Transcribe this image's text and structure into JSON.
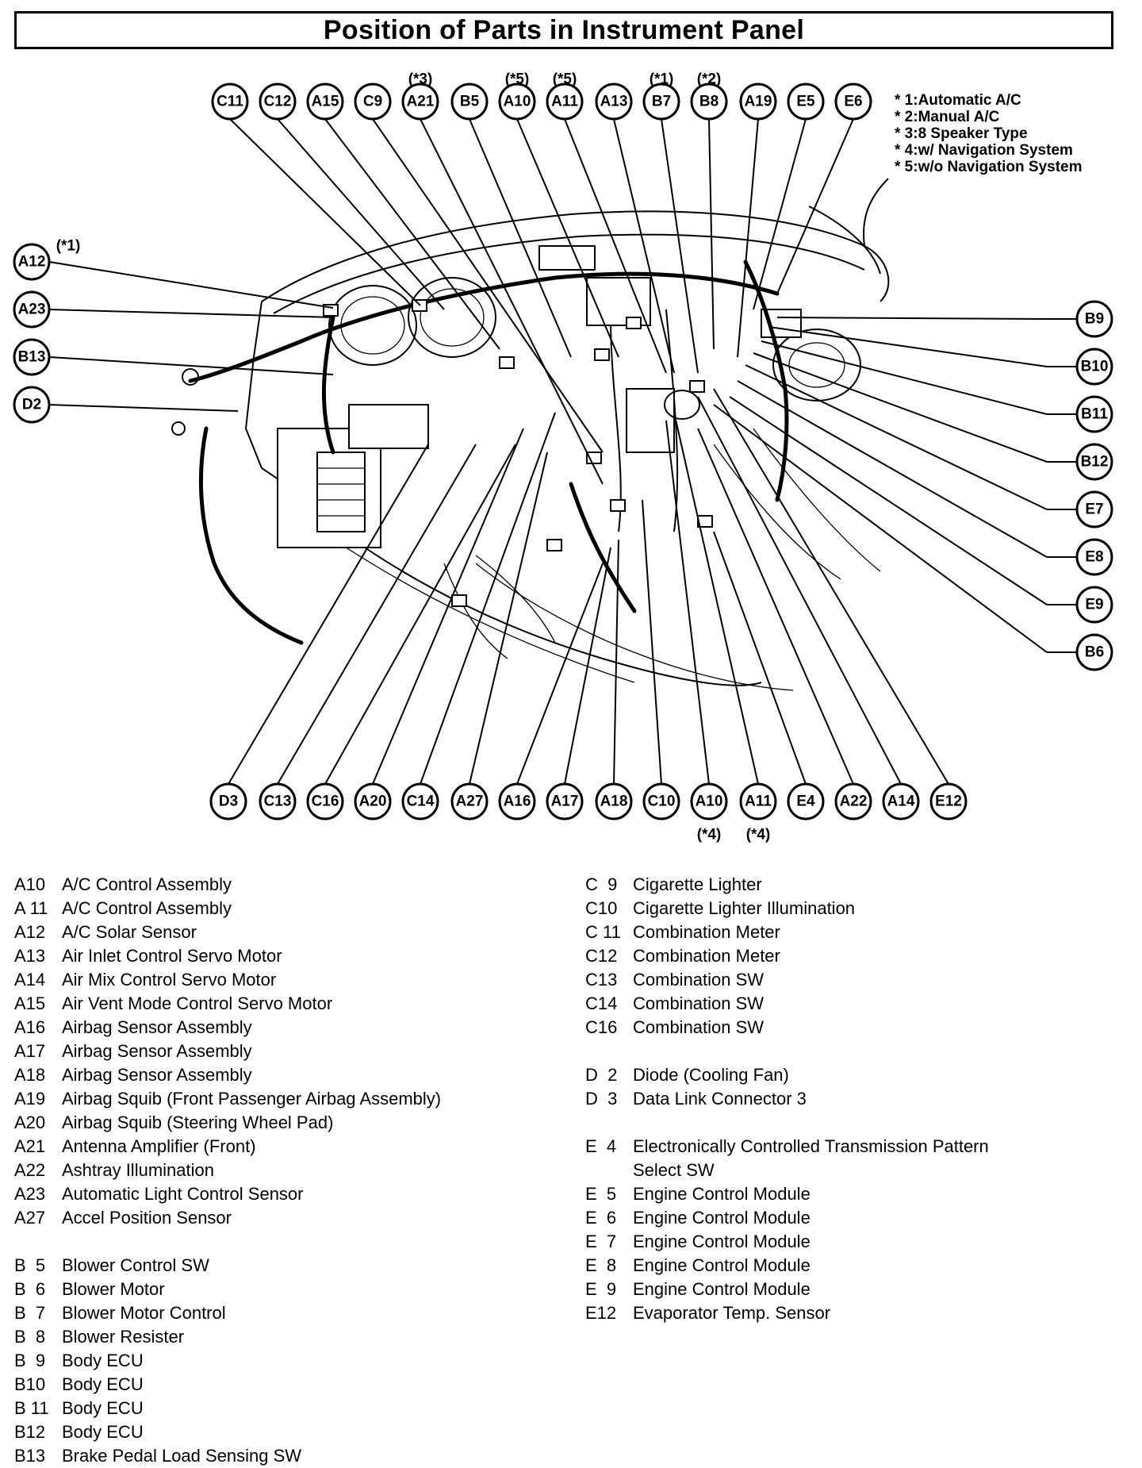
{
  "title": "Position of Parts in Instrument Panel",
  "legend_notes": [
    "* 1:Automatic A/C",
    "* 2:Manual A/C",
    "* 3:8 Speaker Type",
    "* 4:w/ Navigation System",
    "* 5:w/o Navigation System"
  ],
  "top_callouts": [
    {
      "label": "C11",
      "note": ""
    },
    {
      "label": "C12",
      "note": ""
    },
    {
      "label": "A15",
      "note": ""
    },
    {
      "label": "C9",
      "note": ""
    },
    {
      "label": "A21",
      "note": "(*3)"
    },
    {
      "label": "B5",
      "note": ""
    },
    {
      "label": "A10",
      "note": "(*5)"
    },
    {
      "label": "A11",
      "note": "(*5)"
    },
    {
      "label": "A13",
      "note": ""
    },
    {
      "label": "B7",
      "note": "(*1)"
    },
    {
      "label": "B8",
      "note": "(*2)"
    },
    {
      "label": "A19",
      "note": ""
    },
    {
      "label": "E5",
      "note": ""
    },
    {
      "label": "E6",
      "note": ""
    }
  ],
  "left_callouts": [
    {
      "label": "A12",
      "note": "(*1)"
    },
    {
      "label": "A23",
      "note": ""
    },
    {
      "label": "B13",
      "note": ""
    },
    {
      "label": "D2",
      "note": ""
    }
  ],
  "right_callouts": [
    {
      "label": "B9"
    },
    {
      "label": "B10"
    },
    {
      "label": "B11"
    },
    {
      "label": "B12"
    },
    {
      "label": "E7"
    },
    {
      "label": "E8"
    },
    {
      "label": "E9"
    },
    {
      "label": "B6"
    }
  ],
  "bottom_callouts": [
    {
      "label": "D3",
      "note": ""
    },
    {
      "label": "C13",
      "note": ""
    },
    {
      "label": "C16",
      "note": ""
    },
    {
      "label": "A20",
      "note": ""
    },
    {
      "label": "C14",
      "note": ""
    },
    {
      "label": "A27",
      "note": ""
    },
    {
      "label": "A16",
      "note": ""
    },
    {
      "label": "A17",
      "note": ""
    },
    {
      "label": "A18",
      "note": ""
    },
    {
      "label": "C10",
      "note": ""
    },
    {
      "label": "A10",
      "note": "(*4)"
    },
    {
      "label": "A11",
      "note": "(*4)"
    },
    {
      "label": "E4",
      "note": ""
    },
    {
      "label": "A22",
      "note": ""
    },
    {
      "label": "A14",
      "note": ""
    },
    {
      "label": "E12",
      "note": ""
    }
  ],
  "parts_left": [
    {
      "code": "A10",
      "name": "A/C Control Assembly"
    },
    {
      "code": "A 11",
      "name": "A/C Control Assembly"
    },
    {
      "code": "A12",
      "name": "A/C Solar Sensor"
    },
    {
      "code": "A13",
      "name": "Air Inlet Control Servo Motor"
    },
    {
      "code": "A14",
      "name": "Air Mix Control Servo Motor"
    },
    {
      "code": "A15",
      "name": "Air Vent Mode Control Servo Motor"
    },
    {
      "code": "A16",
      "name": "Airbag Sensor Assembly"
    },
    {
      "code": "A17",
      "name": "Airbag Sensor Assembly"
    },
    {
      "code": "A18",
      "name": "Airbag Sensor Assembly"
    },
    {
      "code": "A19",
      "name": "Airbag Squib (Front Passenger Airbag Assembly)"
    },
    {
      "code": "A20",
      "name": "Airbag Squib (Steering Wheel Pad)"
    },
    {
      "code": "A21",
      "name": "Antenna Amplifier (Front)"
    },
    {
      "code": "A22",
      "name": "Ashtray Illumination"
    },
    {
      "code": "A23",
      "name": "Automatic Light Control Sensor"
    },
    {
      "code": "A27",
      "name": "Accel Position Sensor"
    },
    {
      "code": "",
      "name": ""
    },
    {
      "code": "B  5",
      "name": "Blower Control SW"
    },
    {
      "code": "B  6",
      "name": "Blower Motor"
    },
    {
      "code": "B  7",
      "name": "Blower Motor Control"
    },
    {
      "code": "B  8",
      "name": "Blower Resister"
    },
    {
      "code": "B  9",
      "name": "Body ECU"
    },
    {
      "code": "B10",
      "name": "Body ECU"
    },
    {
      "code": "B 11",
      "name": "Body ECU"
    },
    {
      "code": "B12",
      "name": "Body ECU"
    },
    {
      "code": "B13",
      "name": "Brake Pedal Load Sensing SW"
    }
  ],
  "parts_right": [
    {
      "code": "C  9",
      "name": "Cigarette Lighter"
    },
    {
      "code": "C10",
      "name": "Cigarette Lighter Illumination"
    },
    {
      "code": "C 11",
      "name": "Combination Meter"
    },
    {
      "code": "C12",
      "name": "Combination Meter"
    },
    {
      "code": "C13",
      "name": "Combination SW"
    },
    {
      "code": "C14",
      "name": "Combination SW"
    },
    {
      "code": "C16",
      "name": "Combination SW"
    },
    {
      "code": "",
      "name": ""
    },
    {
      "code": "D  2",
      "name": "Diode (Cooling Fan)"
    },
    {
      "code": "D  3",
      "name": "Data Link Connector 3"
    },
    {
      "code": "",
      "name": ""
    },
    {
      "code": "E  4",
      "name": "Electronically Controlled Transmission Pattern"
    },
    {
      "code": "",
      "name": "Select SW"
    },
    {
      "code": "E  5",
      "name": "Engine Control Module"
    },
    {
      "code": "E  6",
      "name": "Engine Control Module"
    },
    {
      "code": "E  7",
      "name": "Engine Control Module"
    },
    {
      "code": "E  8",
      "name": "Engine Control Module"
    },
    {
      "code": "E  9",
      "name": "Engine Control Module"
    },
    {
      "code": "E12",
      "name": "Evaporator Temp. Sensor"
    }
  ]
}
